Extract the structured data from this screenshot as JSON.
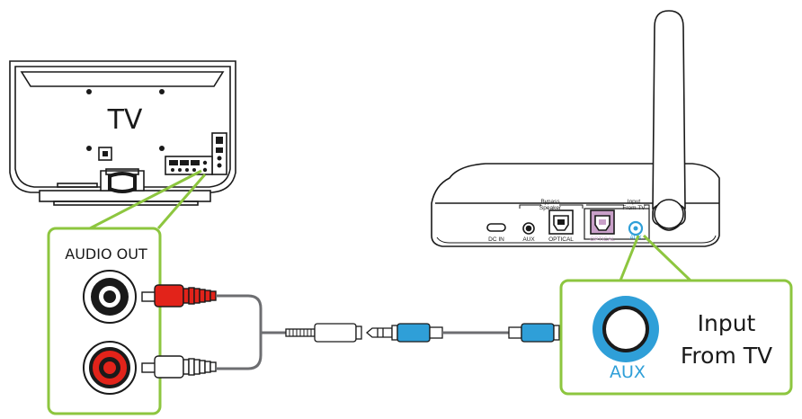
{
  "tv": {
    "label": "TV"
  },
  "audio_out": {
    "label": "AUDIO OUT"
  },
  "receiver": {
    "dc_in": "DC IN",
    "aux": "AUX",
    "optical": "OPTICAL",
    "optical_active": "OPTICAL",
    "aux_active": "AUX",
    "bypass_line1": "Bypass",
    "bypass_line2": "Speaker",
    "input_line1": "Input",
    "input_line2": "From TV"
  },
  "callout": {
    "aux_label": "AUX",
    "title_line1": "Input",
    "title_line2": "From TV"
  },
  "colors": {
    "accent_green": "#8dc63f",
    "jack_red": "#e2231a",
    "aux_blue": "#2f9fd8",
    "outline": "#1a1a1a",
    "cable_gray": "#6d6e71",
    "optical_pink": "#c9a0c9"
  },
  "icons": [
    "antenna-icon",
    "rca-jack-icon",
    "aux-jack-icon",
    "optical-port-icon",
    "dc-port-icon"
  ]
}
